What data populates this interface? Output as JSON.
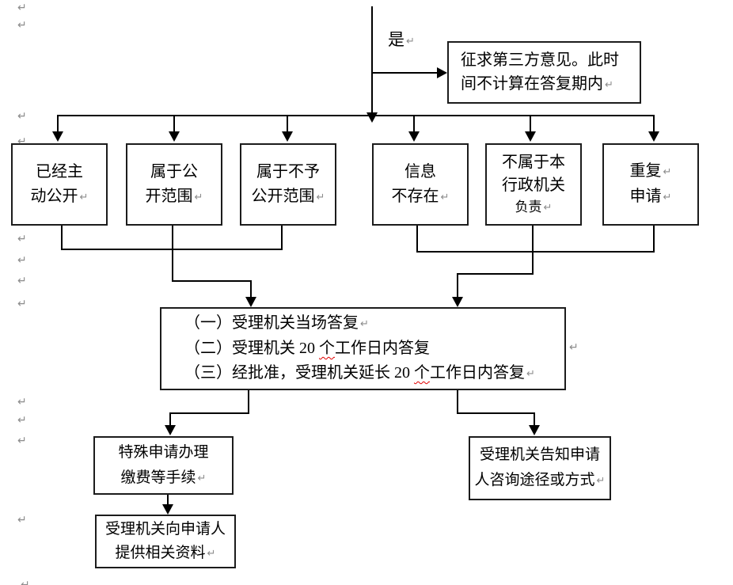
{
  "pilcrow": {
    "glyph": "↵"
  },
  "labels": {
    "yes": "是"
  },
  "boxes": {
    "third_party": {
      "lines": [
        "征求第三方意见。此时",
        "间不计算在答复期内"
      ]
    },
    "b1": {
      "lines": [
        "已经主",
        "动公开"
      ]
    },
    "b2": {
      "lines": [
        "属于公",
        "开范围"
      ]
    },
    "b3": {
      "lines": [
        "属于不予",
        "公开范围"
      ]
    },
    "b4": {
      "lines": [
        "信息",
        "不存在"
      ]
    },
    "b5": {
      "lines": [
        "不属于本",
        "行政机关",
        "负责"
      ]
    },
    "b6": {
      "lines": [
        "重复",
        "申请"
      ]
    },
    "reply": {
      "line1": "（一）受理机关当场答复",
      "line2_pre": "（二）受理机关 20 ",
      "line2_sq": "个",
      "line2_post": "工作日内答复",
      "line3_pre": "（三）经批准，受理机关延长 20 ",
      "line3_sq": "个",
      "line3_post": "工作日内答复"
    },
    "special": {
      "lines": [
        "特殊申请办理",
        "缴费等手续"
      ]
    },
    "provide": {
      "lines": [
        "受理机关向申请人",
        "提供相关资料"
      ]
    },
    "inform": {
      "lines": [
        "受理机关告知申请",
        "人咨询途径或方式"
      ]
    }
  },
  "colors": {
    "line": "#000000",
    "border": "#1c1c1c",
    "paragraph_mark": "#8c8c8c",
    "spellcheck_squiggle": "#e00000",
    "background": "#ffffff"
  }
}
